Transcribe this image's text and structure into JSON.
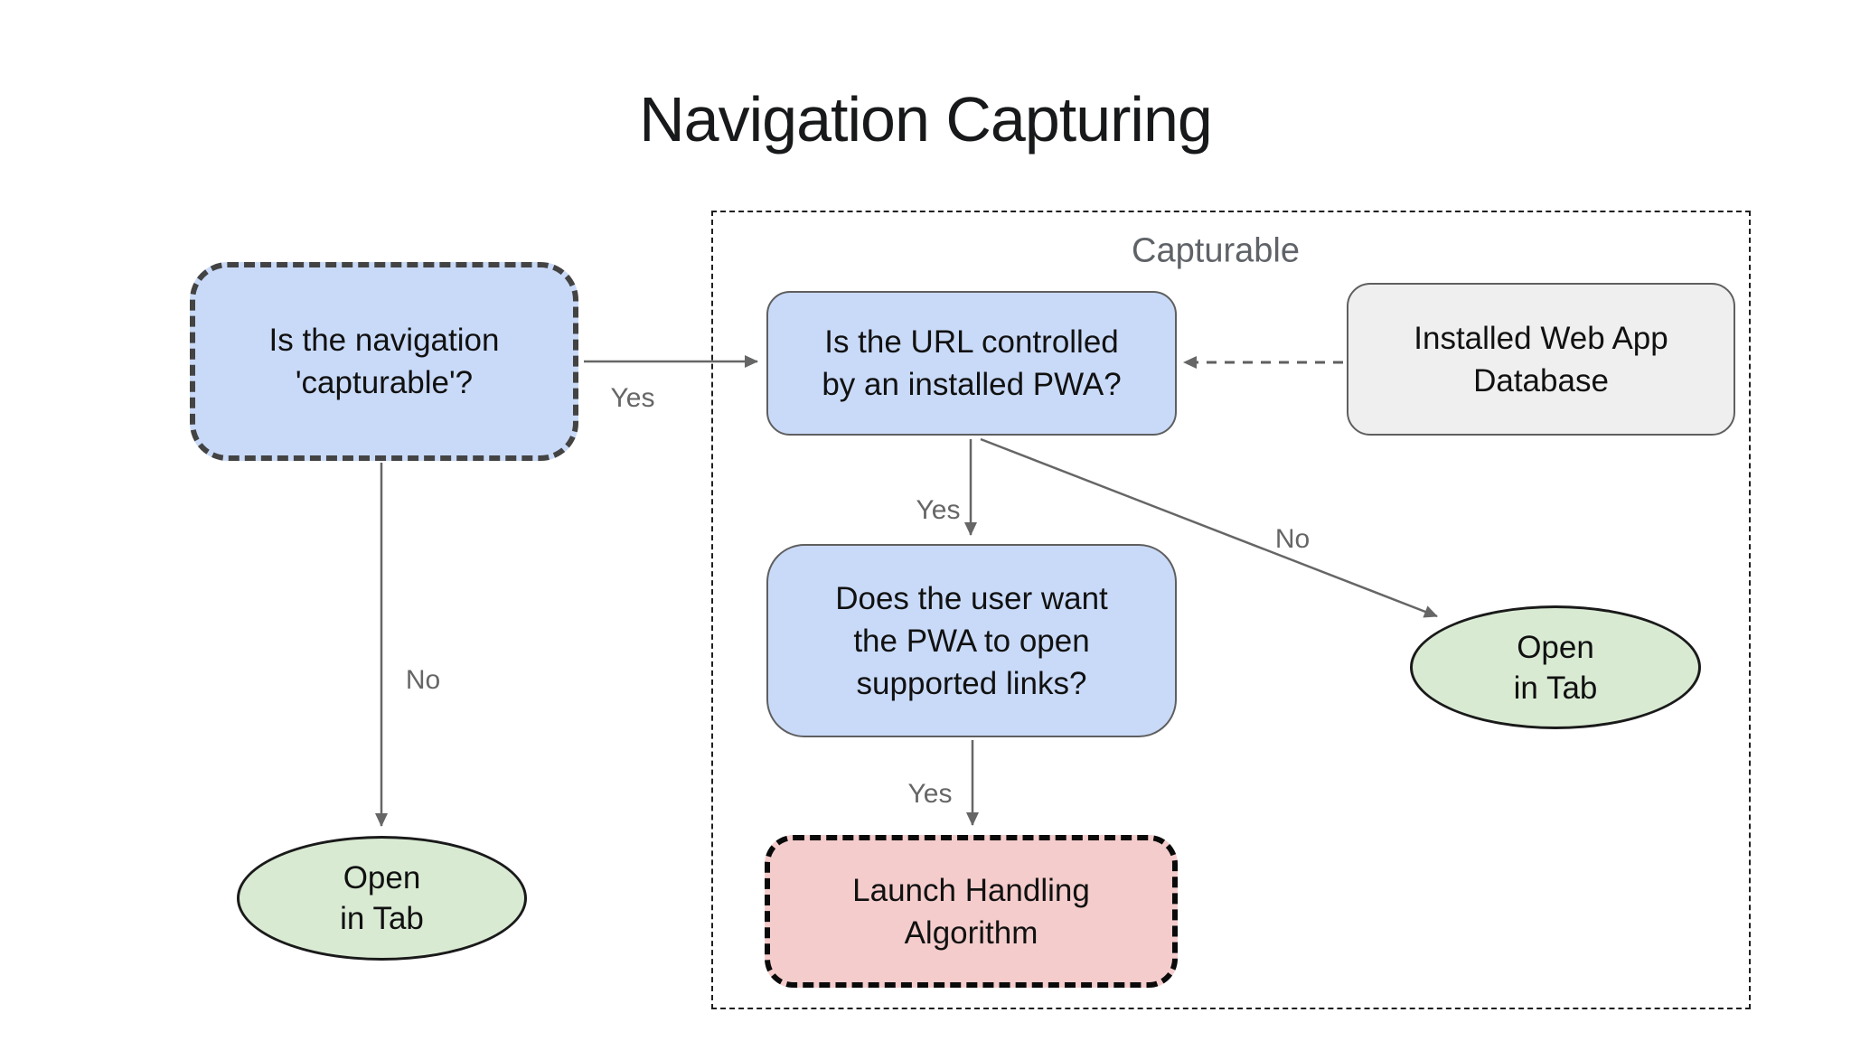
{
  "title": "Navigation Capturing",
  "group": {
    "label": "Capturable"
  },
  "nodes": {
    "is_capturable": {
      "lines": [
        "Is the navigation",
        "'capturable'?"
      ]
    },
    "url_controlled": {
      "lines": [
        "Is the URL controlled",
        "by an installed PWA?"
      ]
    },
    "installed_db": {
      "lines": [
        "Installed Web App",
        "Database"
      ]
    },
    "user_want": {
      "lines": [
        "Does the user want",
        "the PWA to open",
        "supported links?"
      ]
    },
    "launch_handling": {
      "lines": [
        "Launch Handling",
        "Algorithm"
      ]
    },
    "open_in_tab_left": {
      "lines": [
        "Open",
        "in Tab"
      ]
    },
    "open_in_tab_right": {
      "lines": [
        "Open",
        "in Tab"
      ]
    }
  },
  "edge_labels": {
    "capturable_yes": "Yes",
    "capturable_no": "No",
    "controlled_yes": "Yes",
    "controlled_no": "No",
    "supported_yes": "Yes"
  },
  "colors": {
    "node_blue": "#c9daf8",
    "node_green": "#d9ead3",
    "node_pink": "#f4cccc",
    "node_gray": "#efefef",
    "solid_border": "#5f5f5f",
    "dashed_feature_border": "#434343",
    "launch_border": "#0a0a0a",
    "group_border": "#1f1f1f",
    "arrow": "#666666",
    "label_text": "#666666",
    "text": "#111111"
  }
}
